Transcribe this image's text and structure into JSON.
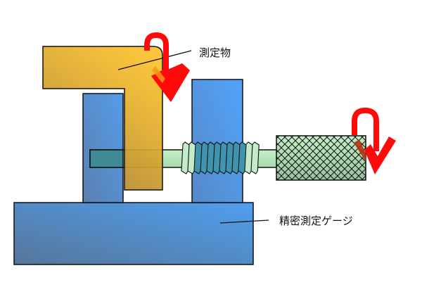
{
  "diagram": {
    "labels": {
      "measured_object": "測定物",
      "precision_gauge": "精密測定ゲージ"
    },
    "parts": [
      {
        "name": "base",
        "kind": "block"
      },
      {
        "name": "left-post",
        "kind": "block"
      },
      {
        "name": "right-post",
        "kind": "block"
      },
      {
        "name": "measured-object",
        "kind": "L-shape"
      },
      {
        "name": "spindle-rod",
        "kind": "rod"
      },
      {
        "name": "screw-thread",
        "kind": "thread",
        "turns": 12
      },
      {
        "name": "thimble-knob",
        "kind": "knurled"
      },
      {
        "name": "rotation-arrow-object",
        "kind": "arrow"
      },
      {
        "name": "rotation-arrow-knob",
        "kind": "arrow"
      }
    ],
    "colors": {
      "blue_dark": "#56769a",
      "blue_light": "#4f9ff0",
      "gold_light": "#fbc22e",
      "gold_dark": "#a57d33",
      "green_light": "#c4f1c8",
      "green_dark": "#98c29e",
      "arrow": "#ff0a0a",
      "outline": "#111111"
    }
  }
}
